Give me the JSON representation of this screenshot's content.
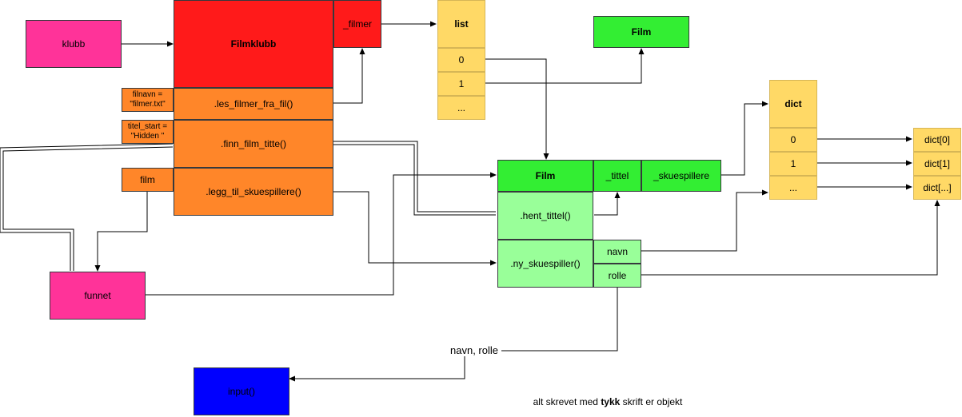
{
  "klubb": "klubb",
  "filmklubb": {
    "title": "Filmklubb",
    "filmer": "_filmer",
    "les": ".les_filmer_fra_fil()",
    "finn": ".finn_film_titte()",
    "legg": ".legg_til_skuespillere()"
  },
  "params": {
    "filnavn_1": "filnavn =",
    "filnavn_2": "\"filmer.txt\"",
    "titel_1": "titel_start =",
    "titel_2": "\"Hidden \"",
    "film": "film"
  },
  "list": {
    "title": "list",
    "items": [
      "0",
      "1",
      "..."
    ]
  },
  "film_top": "Film",
  "film": {
    "title": "Film",
    "tittel": "_tittel",
    "skuespillere": "_skuespillere",
    "hent": ".hent_tittel()",
    "ny": ".ny_skuespiller()",
    "navn": "navn",
    "rolle": "rolle"
  },
  "dict": {
    "title": "dict",
    "items": [
      "0",
      "1",
      "..."
    ]
  },
  "dict_entries": [
    "dict[0]",
    "dict[1]",
    "dict[...]"
  ],
  "funnet": "funnet",
  "input": "input()",
  "navn_rolle": "navn, rolle",
  "footnote": {
    "before": "alt skrevet med ",
    "bold": "tykk",
    "after": " skrift er objekt"
  },
  "colors": {
    "magenta": "#ff3399",
    "red": "#ff1a1a",
    "orange": "#ff8629",
    "yellow": "#ffd966",
    "green": "#33ee33",
    "lightgreen": "#99ff99",
    "blue": "#0000ff"
  }
}
